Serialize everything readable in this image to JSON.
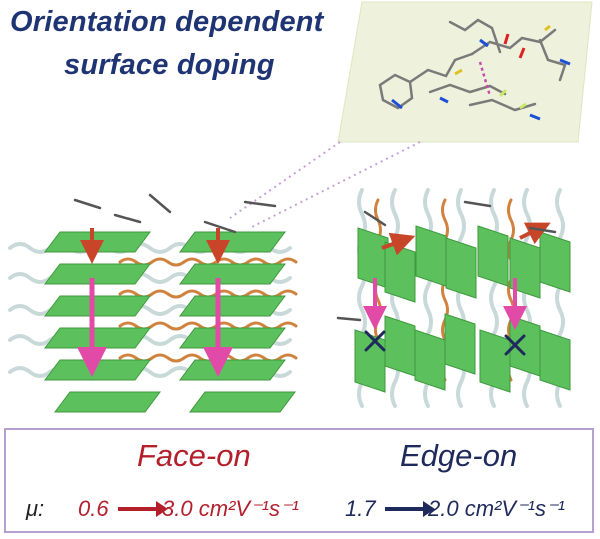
{
  "title": {
    "line1": "Orientation dependent",
    "line2": "surface doping"
  },
  "face_on": {
    "label": "Face-on",
    "mobility_from": "0.6",
    "mobility_to": "3.0 cm²V⁻¹s⁻¹"
  },
  "edge_on": {
    "label": "Edge-on",
    "mobility_from": "1.7",
    "mobility_to": "2.0 cm²V⁻¹s⁻¹"
  },
  "mobility_symbol": "μ:",
  "colors": {
    "title": "#1f3473",
    "face_on": "#b3202c",
    "edge_on": "#1f2a5c",
    "lamella": "#5cc05c",
    "dopant_arrow": "#e24aa8",
    "panel_border": "#b79fcf"
  }
}
